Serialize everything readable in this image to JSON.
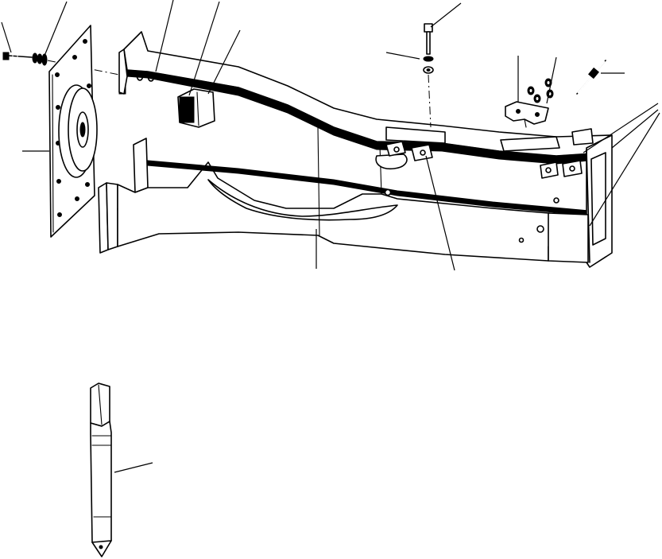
{
  "diagram": {
    "kind": "exploded parts view",
    "text_labels": [],
    "parts": [
      {
        "name": "cap-screw-left",
        "icon": "bolt-icon"
      },
      {
        "name": "washer-set-left",
        "icon": "washer-icon"
      },
      {
        "name": "mounting-plate",
        "icon": "flange-plate-icon"
      },
      {
        "name": "front-plug",
        "icon": "plug-icon"
      },
      {
        "name": "wear-pad-block",
        "icon": "pad-icon"
      },
      {
        "name": "upper-guide-rail",
        "icon": "rail-icon"
      },
      {
        "name": "cap-screw-top",
        "icon": "bolt-icon"
      },
      {
        "name": "washer-top",
        "icon": "washer-icon"
      },
      {
        "name": "clamp-block",
        "icon": "clamp-icon"
      },
      {
        "name": "nut-pair",
        "icon": "nut-icon"
      },
      {
        "name": "stud-bolt",
        "icon": "stud-icon"
      },
      {
        "name": "rear-wear-pads",
        "icon": "pad-icon"
      },
      {
        "name": "main-frame",
        "icon": "frame-icon"
      },
      {
        "name": "support-bracket",
        "icon": "bracket-icon"
      },
      {
        "name": "pin",
        "icon": "pin-icon"
      }
    ]
  },
  "colors": {
    "ink": "#000000",
    "paper": "#ffffff"
  }
}
